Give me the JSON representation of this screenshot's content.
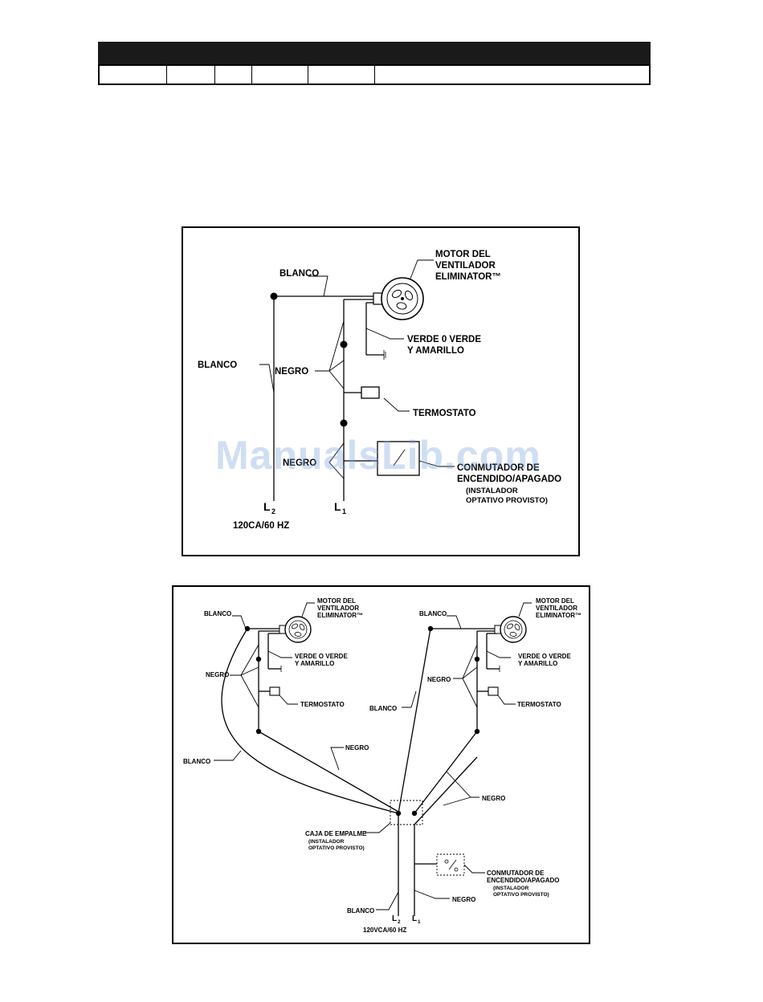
{
  "header": {
    "bar_color": "#1a1a1a"
  },
  "diagram1": {
    "motor_label_1": "MOTOR DEL",
    "motor_label_2": "VENTILADOR",
    "motor_label_3": "ELIMINATOR™",
    "blanco_top": "BLANCO",
    "blanco_left": "BLANCO",
    "negro": "NEGRO",
    "ground_1": "VERDE 0 VERDE",
    "ground_2": "Y AMARILLO",
    "thermostat": "TERMOSTATO",
    "negro_switch": "NEGRO",
    "switch_1": "CONMUTADOR DE",
    "switch_2": "ENCENDIDO/APAGADO",
    "switch_3": "(INSTALADOR",
    "switch_4": "OPTATIVO PROVISTO)",
    "l2": "L",
    "l2_sub": "2",
    "l1": "L",
    "l1_sub": "1",
    "power": "120CA/60 HZ"
  },
  "diagram2": {
    "left_motor_1": "MOTOR DEL",
    "left_motor_2": "VENTILADOR",
    "left_motor_3": "ELIMINATOR™",
    "left_blanco_top": "BLANCO",
    "left_ground_1": "VERDE O VERDE",
    "left_ground_2": "Y AMARILLO",
    "left_negro": "NEGRO",
    "left_thermostat": "TERMOSTATO",
    "left_blanco_curve": "BLANCO",
    "negro_mid": "NEGRO",
    "right_motor_1": "MOTOR DEL",
    "right_motor_2": "VENTILADOR",
    "right_motor_3": "ELIMINATOR™",
    "right_blanco_top": "BLANCO",
    "right_ground_1": "VERDE O VERDE",
    "right_ground_2": "Y AMARILLO",
    "right_negro": "NEGRO",
    "right_thermostat": "TERMOSTATO",
    "right_blanco_mid": "BLANCO",
    "right_negro_bottom": "NEGRO",
    "junction_1": "CAJA DE EMPALME",
    "junction_2": "(INSTALADOR",
    "junction_3": "OPTATIVO PROVISTO)",
    "switch_1": "CONMUTADOR DE",
    "switch_2": "ENCENDIDO/APAGADO",
    "switch_3": "(INSTALADOR",
    "switch_4": "OPTATIVO PROVISTO)",
    "blanco_bottom": "BLANCO",
    "negro_bottom": "NEGRO",
    "l2": "L",
    "l2_sub": "2",
    "l1": "L",
    "l1_sub": "1",
    "power": "120VCA/60 HZ"
  },
  "watermark": "ManualsLib.com"
}
